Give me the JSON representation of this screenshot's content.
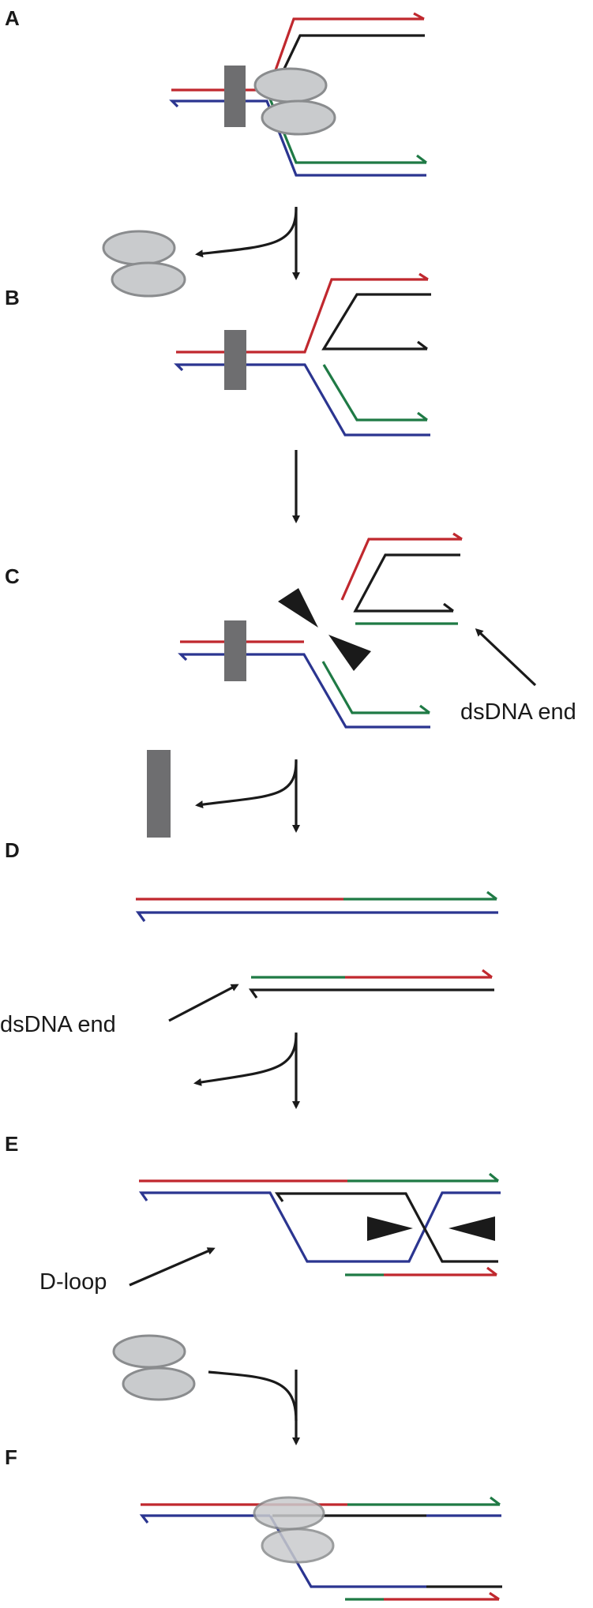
{
  "panels": [
    {
      "id": "A",
      "label": "A"
    },
    {
      "id": "B",
      "label": "B"
    },
    {
      "id": "C",
      "label": "C"
    },
    {
      "id": "D",
      "label": "D"
    },
    {
      "id": "E",
      "label": "E"
    },
    {
      "id": "F",
      "label": "F"
    }
  ],
  "annotations": {
    "dsdna_end_c": "dsDNA end",
    "dsdna_end_d": "dsDNA end",
    "d_loop": "D-loop"
  },
  "colors": {
    "red_strand": "#c0282e",
    "black_strand": "#1a1a1a",
    "green_strand": "#1f7a45",
    "blue_strand": "#2b3590",
    "helicase_fill": "#c9cbcd",
    "blocker": "#6e6e70"
  }
}
